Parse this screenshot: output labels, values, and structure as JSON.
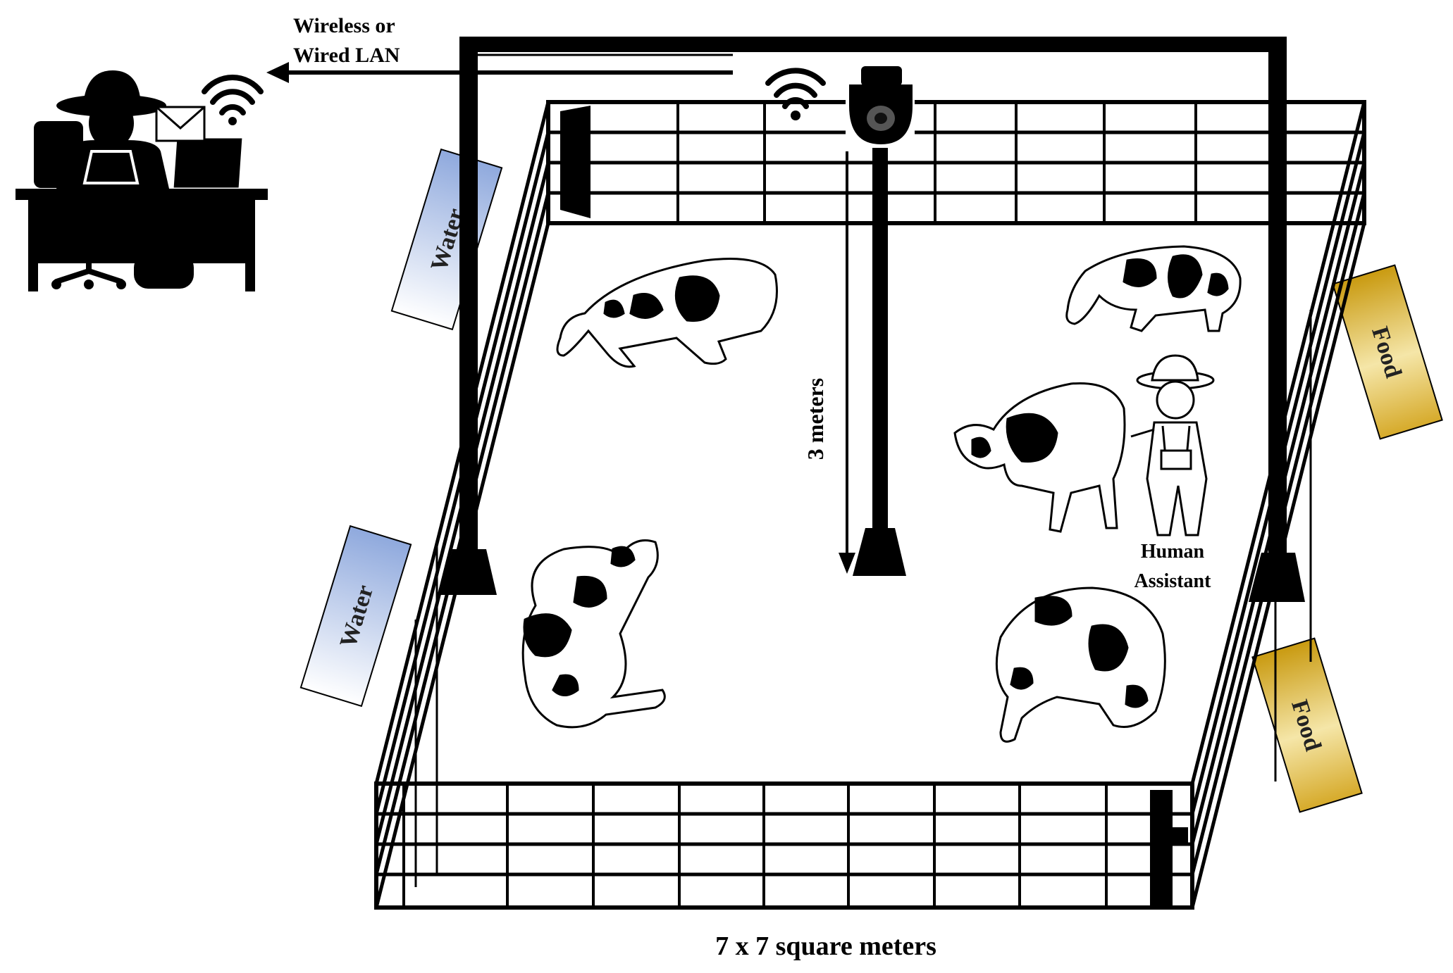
{
  "diagram": {
    "link": {
      "line1": "Wireless or",
      "line2": "Wired LAN"
    },
    "height_label": "3 meters",
    "area_label": "7 x 7 square meters",
    "assistant": {
      "line1": "Human",
      "line2": "Assistant"
    },
    "troughs": {
      "water_top": "Water",
      "water_bottom": "Water",
      "food_top": "Food",
      "food_bottom": "Food"
    }
  },
  "colors": {
    "water_light": "#ffffff",
    "water_dark": "#8fa9dd",
    "food_light": "#f5e6a8",
    "food_dark": "#c99a10",
    "ink": "#000000"
  }
}
